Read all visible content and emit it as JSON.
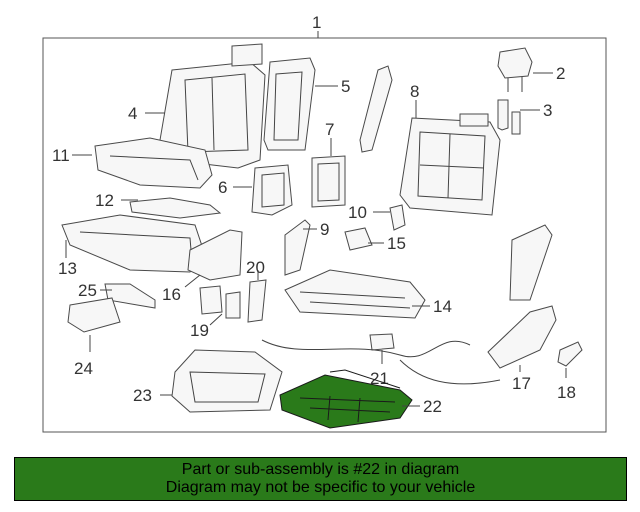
{
  "diagram": {
    "callouts": {
      "c1": "1",
      "c2": "2",
      "c3": "3",
      "c4": "4",
      "c5": "5",
      "c6": "6",
      "c7": "7",
      "c8": "8",
      "c9": "9",
      "c10": "10",
      "c11": "11",
      "c12": "12",
      "c13": "13",
      "c14": "14",
      "c15": "15",
      "c16": "16",
      "c17": "17",
      "c18": "18",
      "c19": "19",
      "c20": "20",
      "c21": "21",
      "c22": "22",
      "c23": "23",
      "c24": "24",
      "c25": "25"
    },
    "highlight_color": "#2a7a1a"
  },
  "banner": {
    "line1": "Part or sub-assembly is #22 in diagram",
    "line2": "Diagram may not be specific to your vehicle",
    "color": "#2a7a1a"
  }
}
